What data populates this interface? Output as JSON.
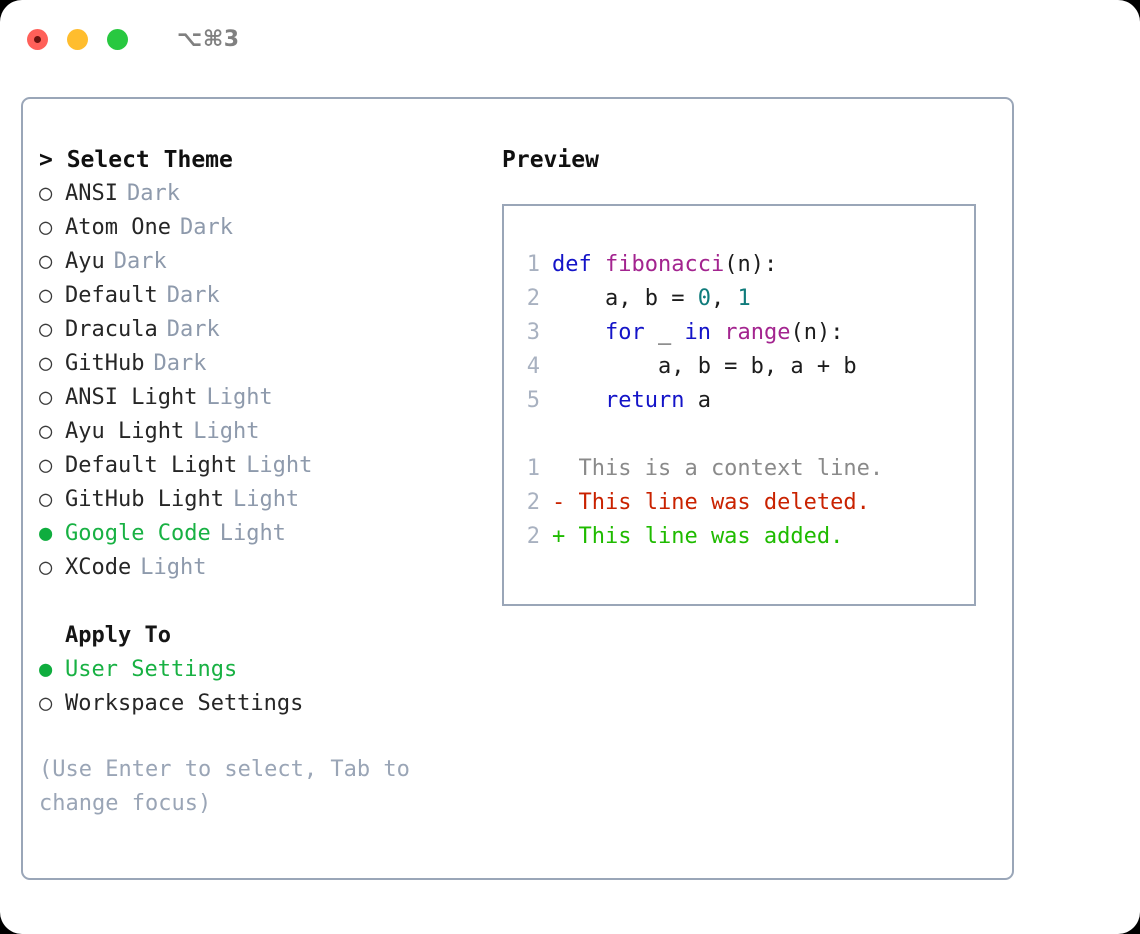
{
  "window": {
    "title": "⌥⌘3",
    "traffic_lights": [
      "close",
      "minimize",
      "maximize"
    ]
  },
  "theme_picker": {
    "prompt": "> Select Theme",
    "bullet_empty": "○",
    "bullet_filled": "●",
    "colors": {
      "selected_green": "#18b143",
      "bullet_green": "#0fad3e",
      "tag_gray": "#8e9aac",
      "border": "#9aa6b8",
      "hint_gray": "#9aa5b6"
    },
    "items": [
      {
        "label": "ANSI",
        "tag": "Dark",
        "selected": false
      },
      {
        "label": "Atom One",
        "tag": "Dark",
        "selected": false
      },
      {
        "label": "Ayu",
        "tag": "Dark",
        "selected": false
      },
      {
        "label": "Default",
        "tag": "Dark",
        "selected": false
      },
      {
        "label": "Dracula",
        "tag": "Dark",
        "selected": false
      },
      {
        "label": "GitHub",
        "tag": "Dark",
        "selected": false
      },
      {
        "label": "ANSI Light",
        "tag": "Light",
        "selected": false
      },
      {
        "label": "Ayu Light",
        "tag": "Light",
        "selected": false
      },
      {
        "label": "Default Light",
        "tag": "Light",
        "selected": false
      },
      {
        "label": "GitHub Light",
        "tag": "Light",
        "selected": false
      },
      {
        "label": "Google Code",
        "tag": "Light",
        "selected": true
      },
      {
        "label": "XCode",
        "tag": "Light",
        "selected": false
      }
    ]
  },
  "apply_to": {
    "heading": "Apply To",
    "items": [
      {
        "label": "User Settings",
        "selected": true
      },
      {
        "label": "Workspace Settings",
        "selected": false
      }
    ]
  },
  "hint": "(Use Enter to select, Tab to change focus)",
  "preview": {
    "title": "Preview",
    "code_lines": [
      {
        "no": "1",
        "tokens": [
          {
            "t": "def ",
            "c": "kw"
          },
          {
            "t": "fibonacci",
            "c": "fn"
          },
          {
            "t": "(n):",
            "c": "pl"
          }
        ]
      },
      {
        "no": "2",
        "tokens": [
          {
            "t": "    a, b = ",
            "c": "pl"
          },
          {
            "t": "0",
            "c": "num"
          },
          {
            "t": ", ",
            "c": "pl"
          },
          {
            "t": "1",
            "c": "num"
          }
        ]
      },
      {
        "no": "3",
        "tokens": [
          {
            "t": "    for ",
            "c": "kw"
          },
          {
            "t": "_ ",
            "c": "pl"
          },
          {
            "t": "in ",
            "c": "kw"
          },
          {
            "t": "range",
            "c": "fn"
          },
          {
            "t": "(n):",
            "c": "pl"
          }
        ]
      },
      {
        "no": "4",
        "tokens": [
          {
            "t": "        a, b = b, a + b",
            "c": "pl"
          }
        ]
      },
      {
        "no": "5",
        "tokens": [
          {
            "t": "    return ",
            "c": "kw"
          },
          {
            "t": "a",
            "c": "pl"
          }
        ]
      }
    ],
    "diff_lines": [
      {
        "no": "1",
        "text": "  This is a context line.",
        "kind": "ctx"
      },
      {
        "no": "2",
        "text": "- This line was deleted.",
        "kind": "del"
      },
      {
        "no": "2",
        "text": "+ This line was added.",
        "kind": "add"
      }
    ]
  }
}
